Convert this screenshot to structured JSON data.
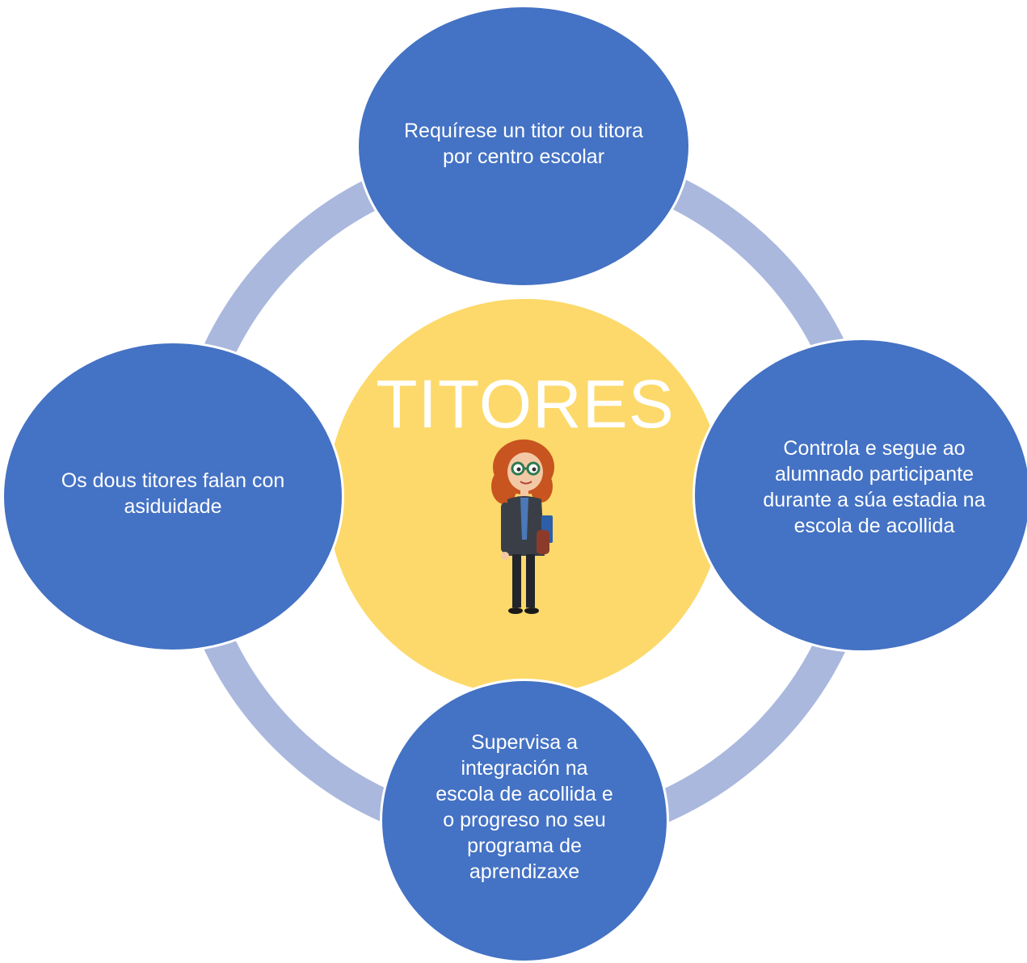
{
  "center": {
    "title": "TITORES"
  },
  "nodes": {
    "top": {
      "text": "Requírese un titor ou titora por centro escolar"
    },
    "right": {
      "text": "Controla e segue ao alumnado participante durante a súa estadia na escola de acollida"
    },
    "bottom": {
      "text": "Supervisa a integración na escola de acollida e o progreso no seu programa de aprendizaxe"
    },
    "left": {
      "text": "Os  dous titores falan con asiduidade"
    }
  },
  "colors": {
    "node_fill": "#4472c4",
    "ring": "#aab8de",
    "center_fill": "#fcd96a",
    "text": "#ffffff"
  },
  "icons": {
    "center_figure": "teacher-illustration"
  }
}
